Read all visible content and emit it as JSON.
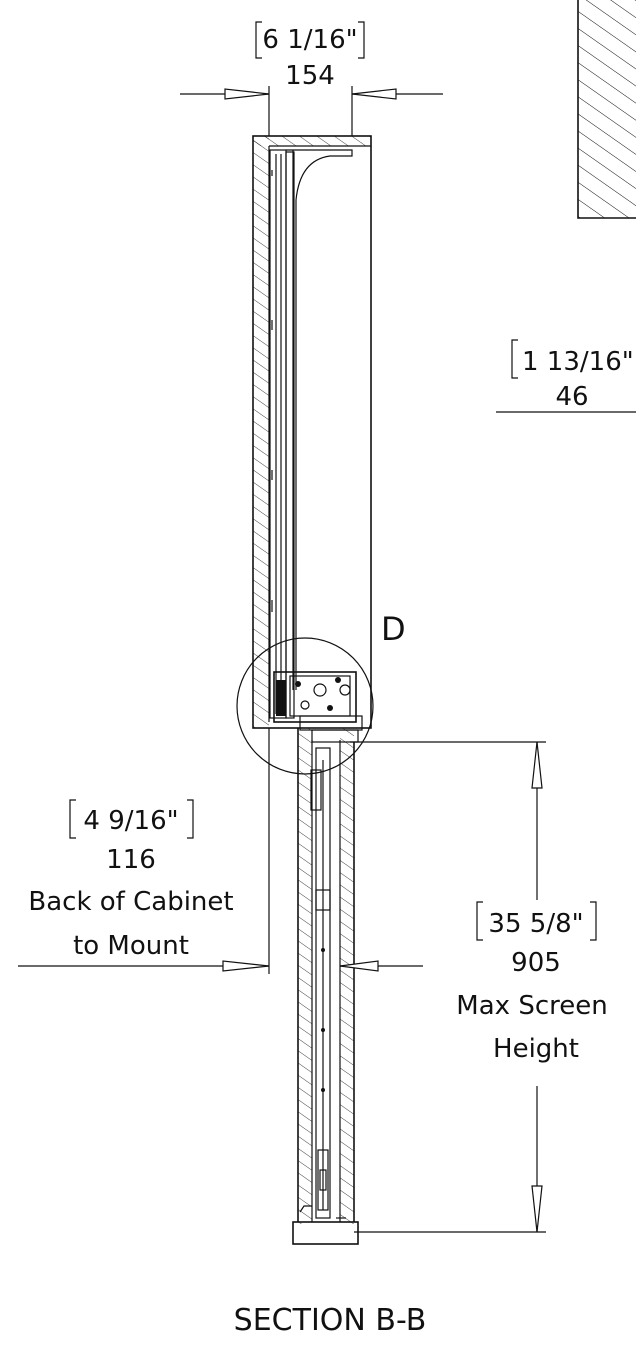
{
  "dimensions": {
    "top_width": {
      "imperial": "6 1/16\"",
      "metric": "154"
    },
    "side_offset": {
      "imperial": "1 13/16\"",
      "metric": "46"
    },
    "back_to_mount": {
      "imperial": "4 9/16\"",
      "metric": "116",
      "caption_line1": "Back of Cabinet",
      "caption_line2": "to Mount"
    },
    "screen_height": {
      "imperial": "35 5/8\"",
      "metric": "905",
      "caption_line1": "Max Screen",
      "caption_line2": "Height"
    }
  },
  "detail_label": "D",
  "section_title": "SECTION B-B"
}
